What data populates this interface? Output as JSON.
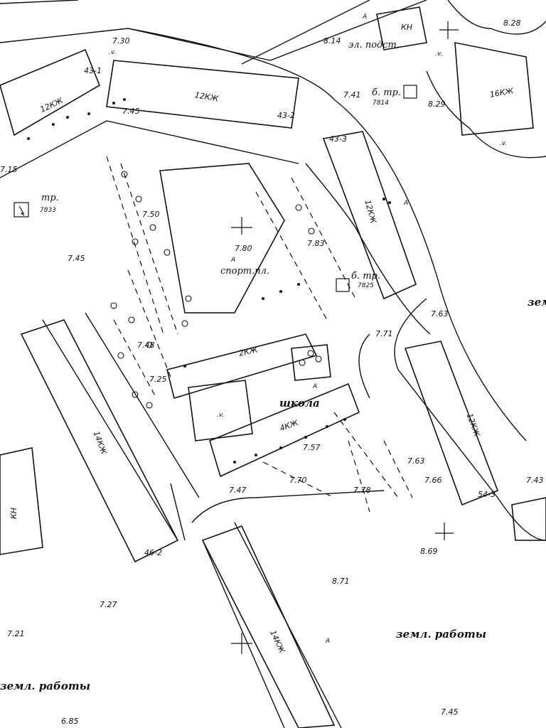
{
  "labels": {
    "substation": "эл. подст.",
    "sport": "спорт.пл.",
    "school": "школа",
    "earthworks": "земл. работы",
    "earthworks_partial": "зем",
    "transformer": "тр.",
    "booth_transformer": "б. тр.",
    "kn": "КН"
  },
  "transformer_codes": [
    "7833",
    "7825",
    "7814"
  ],
  "buildings": {
    "b43_1": "43-1",
    "b43_2": "43-2",
    "b43_3": "43-3",
    "b46_2": "46-2",
    "b54_3": "54-3",
    "b12kzh": "12КЖ",
    "b14kzh": "14КЖ",
    "b16kzh": "16КЖ",
    "b2kzh": "2КЖ",
    "b4kzh": "4КЖ"
  },
  "elevations": {
    "e814": "8.14",
    "e828": "8.28",
    "e730": "7.30",
    "e741": "7.41",
    "e829": "8.29",
    "e745a": "7.45",
    "e715": "7.15",
    "e750": "7.50",
    "e780": "7.80",
    "e783": "7.83",
    "e745b": "7.45",
    "e763a": "7.63",
    "e771": "7.71",
    "e748": "7.48",
    "e725": "7.25",
    "e757": "7.57",
    "e763b": "7.63",
    "e770": "7.70",
    "e778": "7.78",
    "e766": "7.66",
    "e743": "7.43",
    "e747": "7.47",
    "e869": "8.69",
    "e871": "8.71",
    "e727": "7.27",
    "e721": "7.21",
    "e745c": "7.45",
    "e685": "6.85"
  },
  "symbols": {
    "a": "А",
    "v": ".v."
  }
}
